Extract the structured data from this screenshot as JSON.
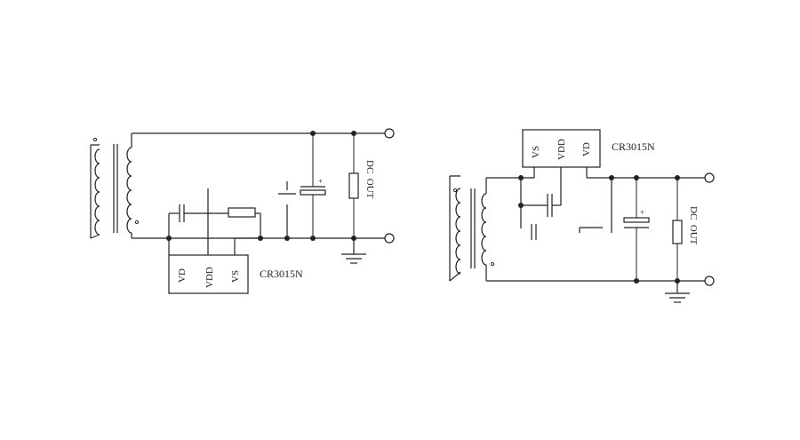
{
  "left_circuit": {
    "chip_name": "CR3015N",
    "pins": [
      "VD",
      "VDD",
      "VS"
    ],
    "output_label": "DC  OUT"
  },
  "right_circuit": {
    "chip_name": "CR3015N",
    "pins": [
      "VS",
      "VDD",
      "VD"
    ],
    "output_label": "DC  OUT"
  }
}
